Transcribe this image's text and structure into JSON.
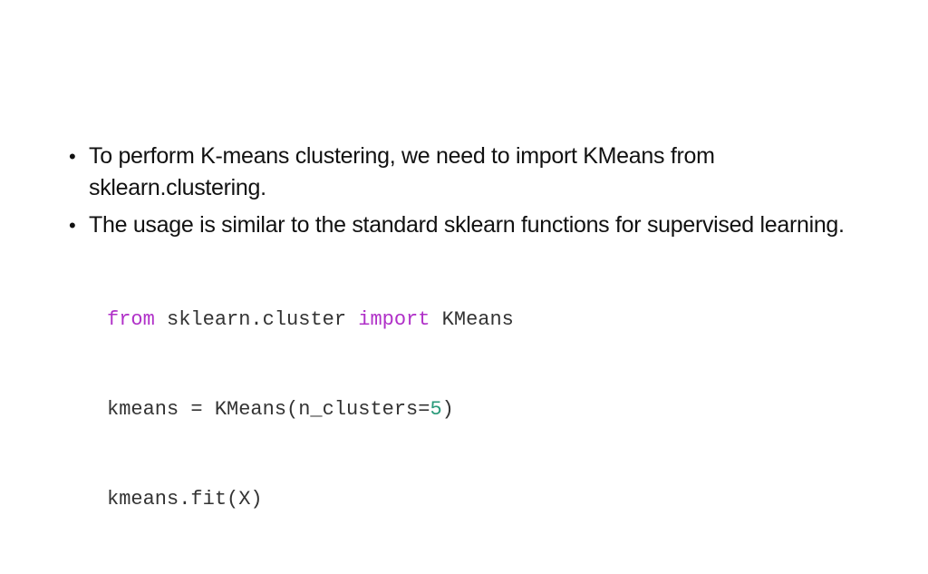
{
  "bullets": [
    {
      "text": "To perform K-means clustering, we need to import KMeans from sklearn.clustering."
    },
    {
      "text": "The usage is similar to the standard sklearn functions for supervised learning."
    }
  ],
  "code": {
    "line1": {
      "kw1": "from",
      "mod": " sklearn.cluster ",
      "kw2": "import",
      "name": " KMeans"
    },
    "line2": {
      "pre": "kmeans = KMeans(n_clusters=",
      "num": "5",
      "post": ")"
    },
    "line3": {
      "text": "kmeans.fit(X)"
    }
  },
  "colors": {
    "keyword": "#b030c8",
    "number": "#2a9a7a",
    "text": "#111111"
  }
}
